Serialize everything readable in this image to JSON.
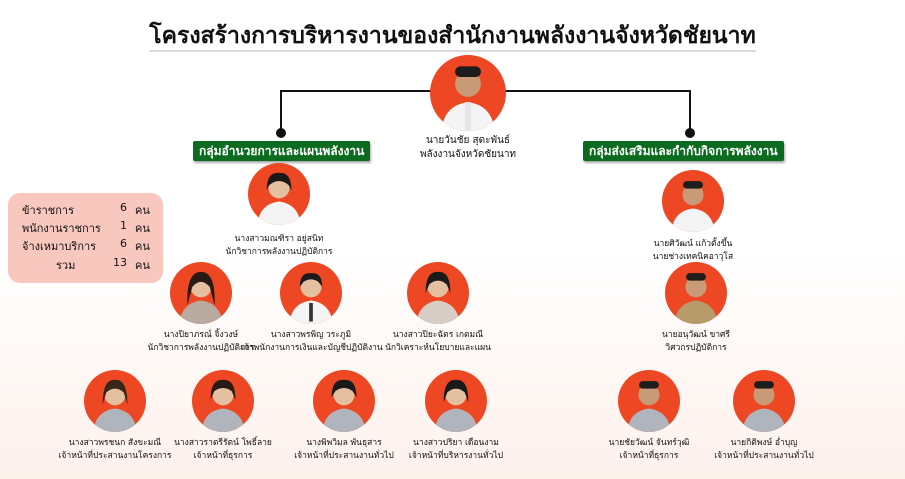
{
  "title": "โครงสร้างการบริหารงานของสำนักงานพลังงานจังหวัดชัยนาท",
  "head": {
    "name": "นายวันชัย  สุดะพันธ์",
    "position": "พลังงานจังหวัดชัยนาท"
  },
  "groups": {
    "left": "กลุ่มอำนวยการและแผนพลังงาน",
    "right": "กลุ่มส่งเสริมและกำกับกิจการพลังงาน"
  },
  "people": [
    {
      "name": "นางสาวมณฑิรา อยู่สนิท",
      "position": "นักวิชาการพลังงานปฏิบัติการ"
    },
    {
      "name": "นางปิยาภรณ์ จิ้งวงษ์",
      "position": "นักวิชาการพลังงานปฏิบัติการ"
    },
    {
      "name": "นางสาวพรพิญ  วระภูมิ",
      "position": "เจ้าพนักงานการเงินและบัญชีปฏิบัติงาน"
    },
    {
      "name": "นางสาวปิยะฉัตร เกตมณี",
      "position": "นักวิเคราะห์นโยบายและแผน"
    },
    {
      "name": "นางสาวพรชนก สังขะมณี",
      "position": "เจ้าหน้าที่ประสานงานโครงการ"
    },
    {
      "name": "นางสาวราตรีรัตน์ โพธิ์ลาย",
      "position": "เจ้าหน้าที่ธุรการ"
    },
    {
      "name": "นางพิพวิมล พันธุสาร",
      "position": "เจ้าหน้าที่ประสานงานทั่วไป"
    },
    {
      "name": "นางสาวปริยา เดือนงาม",
      "position": "เจ้าหน้าที่บริหารงานทั่วไป"
    },
    {
      "name": "นายศิวัฒน์  แก้วตั้งขึ้น",
      "position": "นายช่างเทคนิคอาวุโส"
    },
    {
      "name": "นายอนุวัฒน์  ขาศรี",
      "position": "วิศวกรปฏิบัติการ"
    },
    {
      "name": "นายชัยวัฒน์  จันทร์วุฒิ",
      "position": "เจ้าหน้าที่ธุรการ"
    },
    {
      "name": "นายกิติพงษ์ อ่ำบุญ",
      "position": "เจ้าหน้าที่ประสานงานทั่วไป"
    }
  ],
  "summary": [
    {
      "label": "ข้าราชการ",
      "count": "6",
      "unit": "คน"
    },
    {
      "label": "พนักงานราชการ",
      "count": "1",
      "unit": "คน"
    },
    {
      "label": "จ้างเหมาบริการ",
      "count": "6",
      "unit": "คน"
    },
    {
      "label": "รวม",
      "count": "13",
      "unit": "คน"
    }
  ],
  "colors": {
    "photo_bg": "#ee4723",
    "group_label_bg": "#0b6b1e",
    "summary_bg": "#f8c7bd"
  }
}
